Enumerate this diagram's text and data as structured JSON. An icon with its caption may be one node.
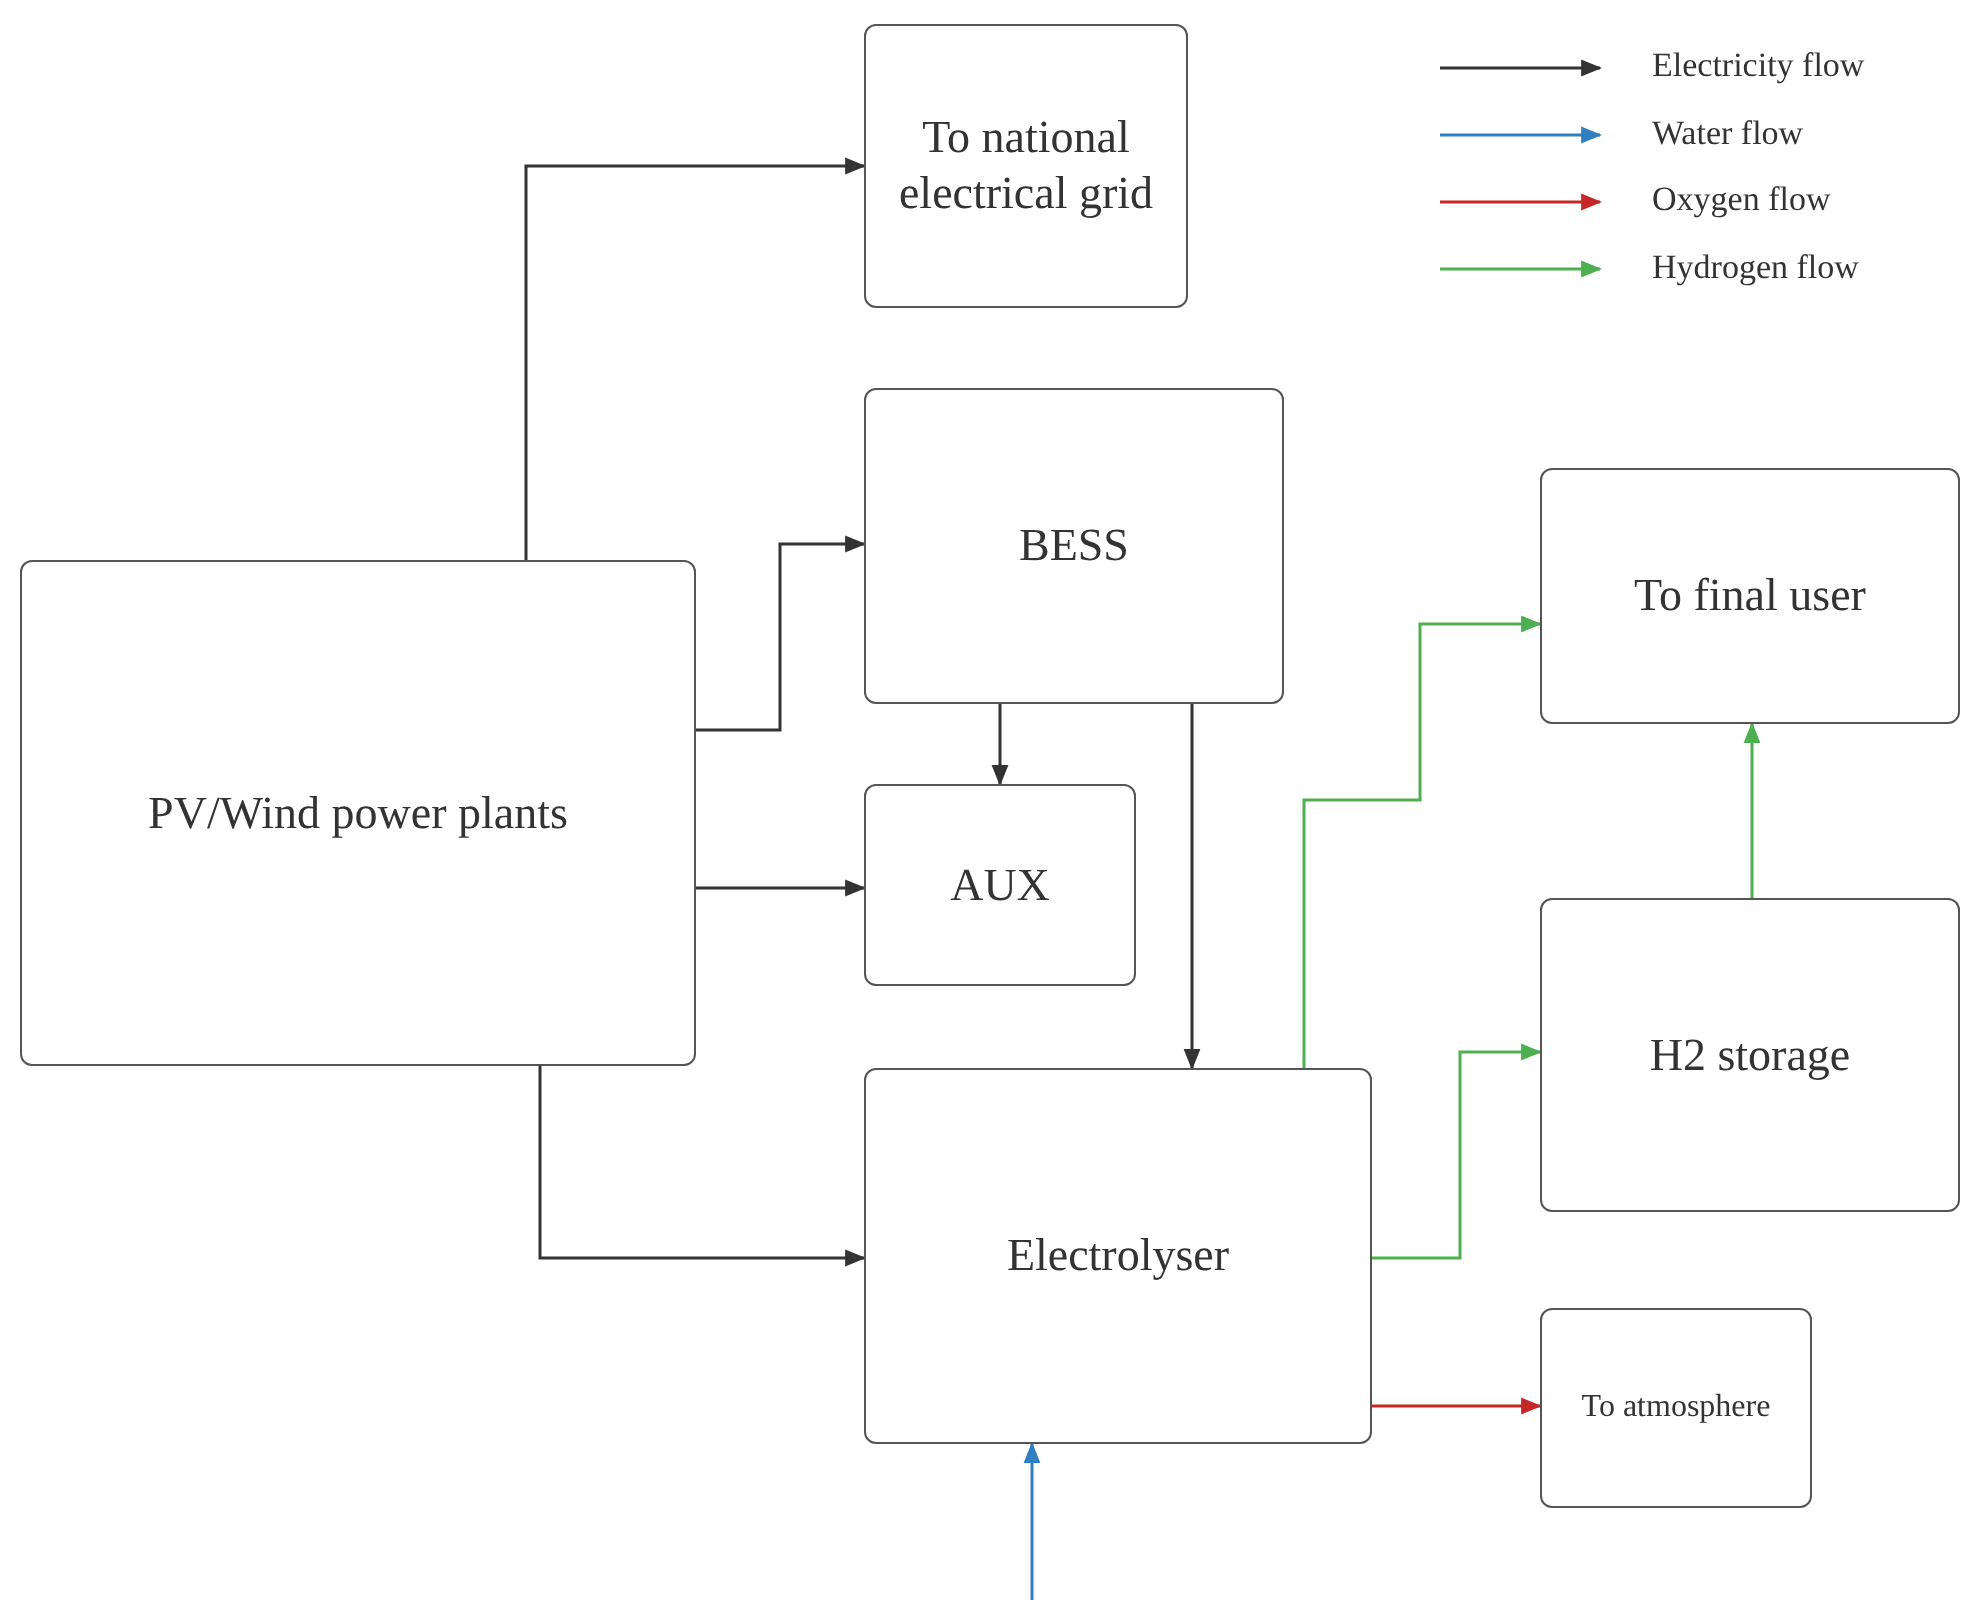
{
  "diagram": {
    "nodes": [
      {
        "text": [
          "PV/Wind power plants"
        ]
      },
      {
        "text": [
          "To national electrical grid"
        ]
      },
      {
        "text": [
          "BESS"
        ]
      },
      {
        "text": [
          "To final user"
        ]
      },
      {
        "text": [
          "AUX"
        ]
      },
      {
        "text": [
          "H2 storage"
        ]
      },
      {
        "text": [
          "Electrolyser"
        ]
      },
      {
        "text": [
          "To atmosphere"
        ]
      }
    ],
    "edges": [
      {
        "from": 0,
        "to": 1,
        "arrow": "to"
      },
      {
        "from": 0,
        "to": 2,
        "arrow": "to"
      },
      {
        "from": 0,
        "to": 4,
        "arrow": "to"
      },
      {
        "from": 0,
        "to": 6,
        "arrow": "to"
      },
      {
        "from": 2,
        "to": 4,
        "arrow": "to"
      },
      {
        "from": 2,
        "to": 6,
        "arrow": "to"
      },
      {
        "from": 6,
        "to": 3,
        "arrow": "to",
        "color": "#4caf50"
      },
      {
        "from": 6,
        "to": 5,
        "arrow": "to",
        "color": "#4caf50"
      },
      {
        "from": 5,
        "to": 3,
        "arrow": "to",
        "color": "#4caf50"
      },
      {
        "from": 6,
        "to": 7,
        "arrow": "to",
        "color": "#c62828"
      },
      {
        "from": null,
        "to": 6,
        "arrow": "to",
        "color": "#2f7fc1"
      }
    ],
    "legend": [
      {
        "text": "Electricity flow"
      },
      {
        "text": "Water flow"
      },
      {
        "text": "Oxygen flow"
      },
      {
        "text": "Hydrogen flow"
      }
    ]
  }
}
